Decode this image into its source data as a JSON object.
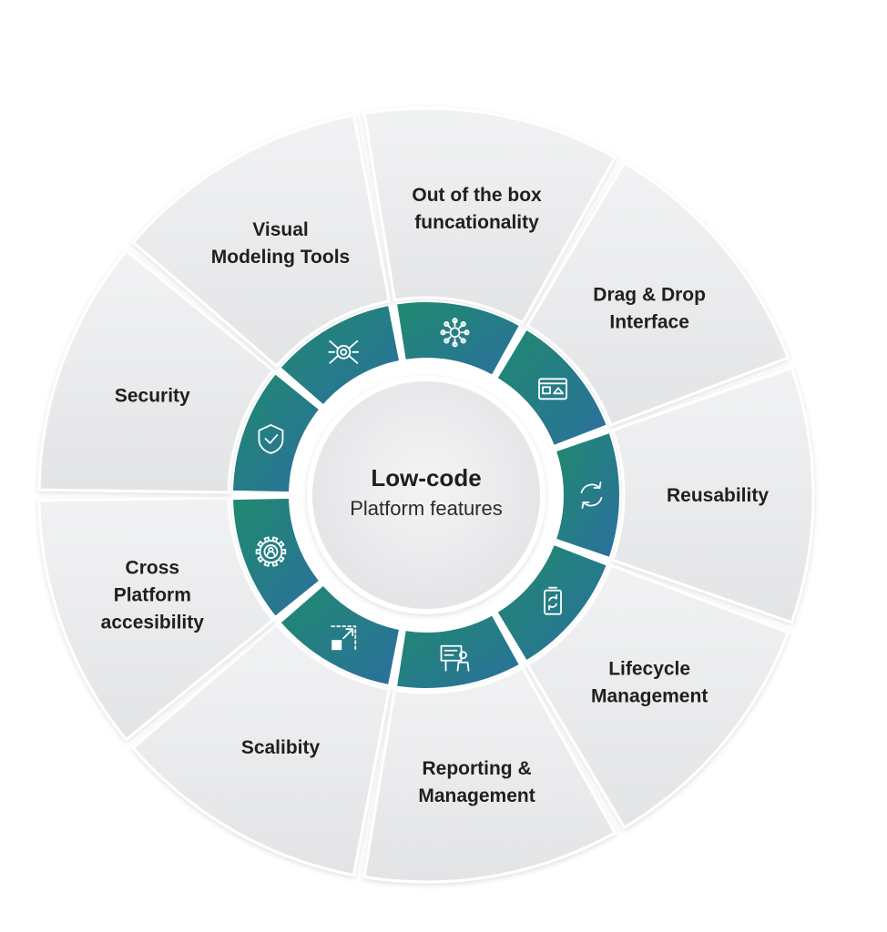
{
  "center": {
    "title": "Low-code",
    "subtitle": "Platform features"
  },
  "colors": {
    "outer_segment": "#eaebec",
    "outer_segment_edge": "#f7f7f7",
    "ring_green": "#1f8a6e",
    "ring_blue": "#2c6f9e",
    "text": "#1f1f1f"
  },
  "segments": [
    {
      "id": "out-of-the-box",
      "lines": [
        "Out of the box",
        "funcationality"
      ],
      "icon": "network-hub-icon"
    },
    {
      "id": "drag-drop",
      "lines": [
        "Drag & Drop",
        "Interface"
      ],
      "icon": "browser-window-icon"
    },
    {
      "id": "reusability",
      "lines": [
        "Reusability"
      ],
      "icon": "refresh-cycle-icon"
    },
    {
      "id": "lifecycle",
      "lines": [
        "Lifecycle",
        "Management"
      ],
      "icon": "battery-refresh-icon"
    },
    {
      "id": "reporting",
      "lines": [
        "Reporting &",
        "Management"
      ],
      "icon": "presentation-board-icon"
    },
    {
      "id": "scalibity",
      "lines": [
        "Scalibity"
      ],
      "icon": "expand-arrow-icon"
    },
    {
      "id": "cross-platform",
      "lines": [
        "Cross",
        "Platform",
        "accesibility"
      ],
      "icon": "gear-user-icon"
    },
    {
      "id": "security",
      "lines": [
        "Security"
      ],
      "icon": "shield-check-icon"
    },
    {
      "id": "visual-modeling",
      "lines": [
        "Visual",
        "Modeling Tools"
      ],
      "icon": "design-tools-icon"
    }
  ]
}
